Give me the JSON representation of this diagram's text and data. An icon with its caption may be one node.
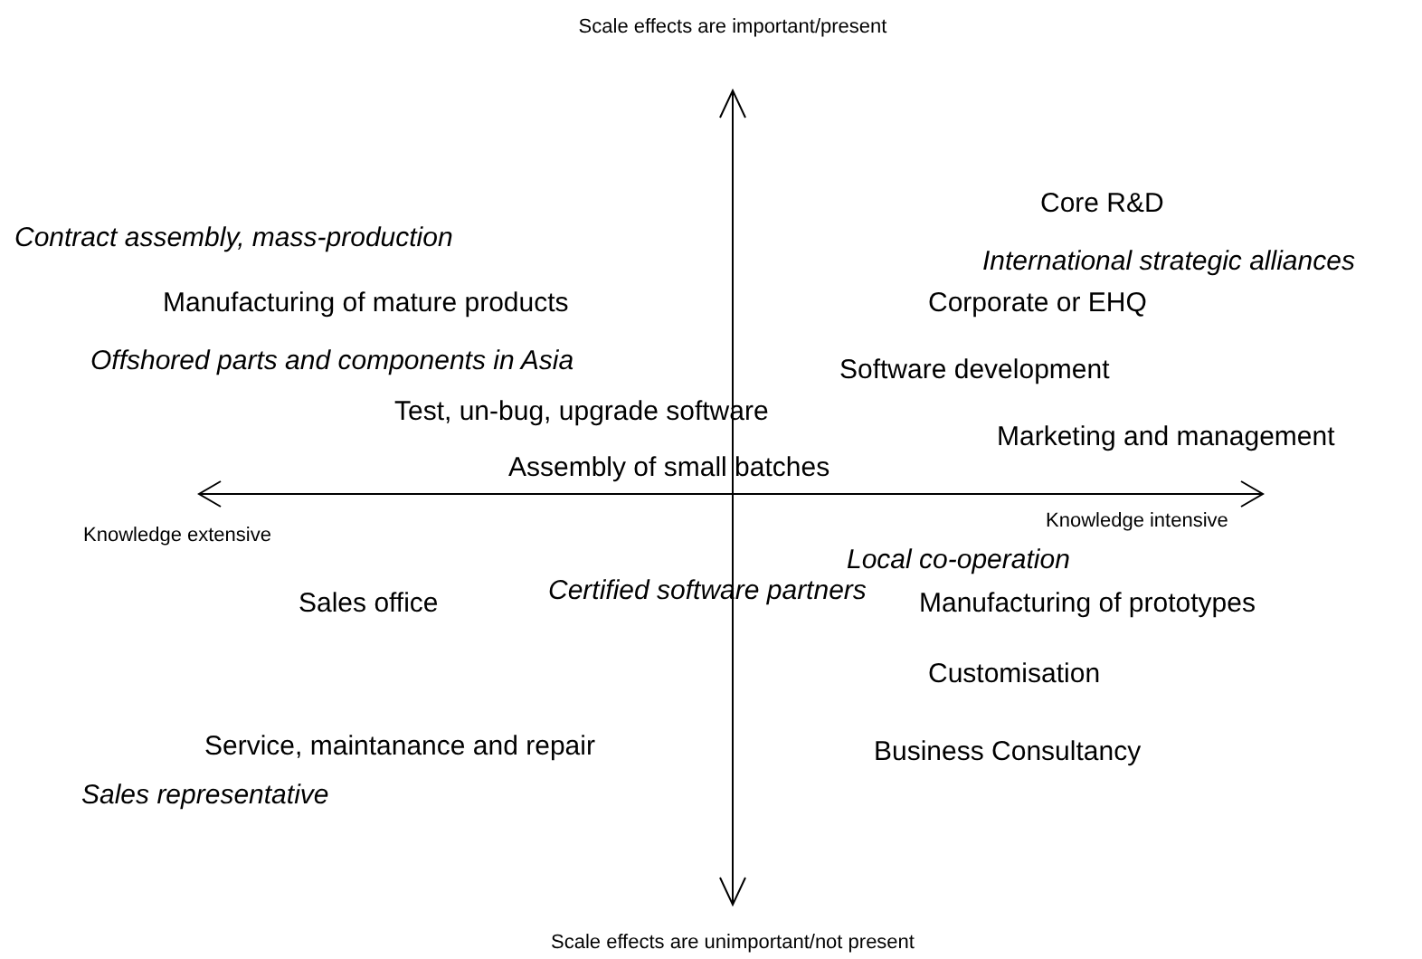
{
  "diagram": {
    "labels": [
      "Scale effects are important/present",
      "Core R&D",
      "Contract assembly, mass-production",
      "International strategic alliances",
      "Manufacturing of mature products",
      "Corporate or EHQ",
      "Offshored parts and components in Asia",
      "Software development",
      "Test, un-bug, upgrade software",
      "Marketing and management",
      "Assembly of small batches",
      "Knowledge extensive",
      "Knowledge intensive",
      "Local co-operation",
      "Sales office",
      "Certified software partners",
      "Manufacturing of prototypes",
      "Customisation",
      "Service, maintanance and repair",
      "Business Consultancy",
      "Sales representative",
      "Scale effects are unimportant/not present"
    ]
  }
}
